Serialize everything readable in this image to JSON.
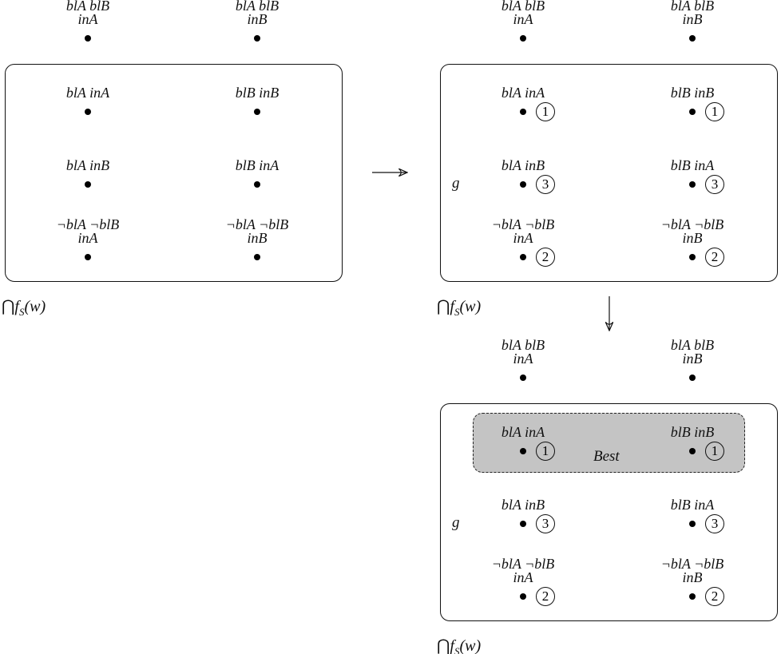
{
  "top_worlds": [
    {
      "lines": [
        "blA blB",
        "inA"
      ]
    },
    {
      "lines": [
        "blA blB",
        "inB"
      ]
    }
  ],
  "worlds": [
    {
      "lines": [
        "blA inA"
      ]
    },
    {
      "lines": [
        "blB inB"
      ]
    },
    {
      "lines": [
        "blA inB"
      ]
    },
    {
      "lines": [
        "blB inA"
      ]
    },
    {
      "lines": [
        "¬blA ¬blB",
        "inA"
      ]
    },
    {
      "lines": [
        "¬blA ¬blB",
        "inB"
      ]
    }
  ],
  "ranks": [
    "1",
    "1",
    "3",
    "3",
    "2",
    "2"
  ],
  "ordering_label": "g",
  "best_label": "Best",
  "caption": {
    "symbol": "⋂",
    "func": "f",
    "sub": "S",
    "arg": "(w)"
  },
  "panels": [
    {
      "id": "initial",
      "show_ranks": false,
      "show_best": false
    },
    {
      "id": "ranked",
      "show_ranks": true,
      "show_best": false
    },
    {
      "id": "best",
      "show_ranks": true,
      "show_best": true
    }
  ]
}
